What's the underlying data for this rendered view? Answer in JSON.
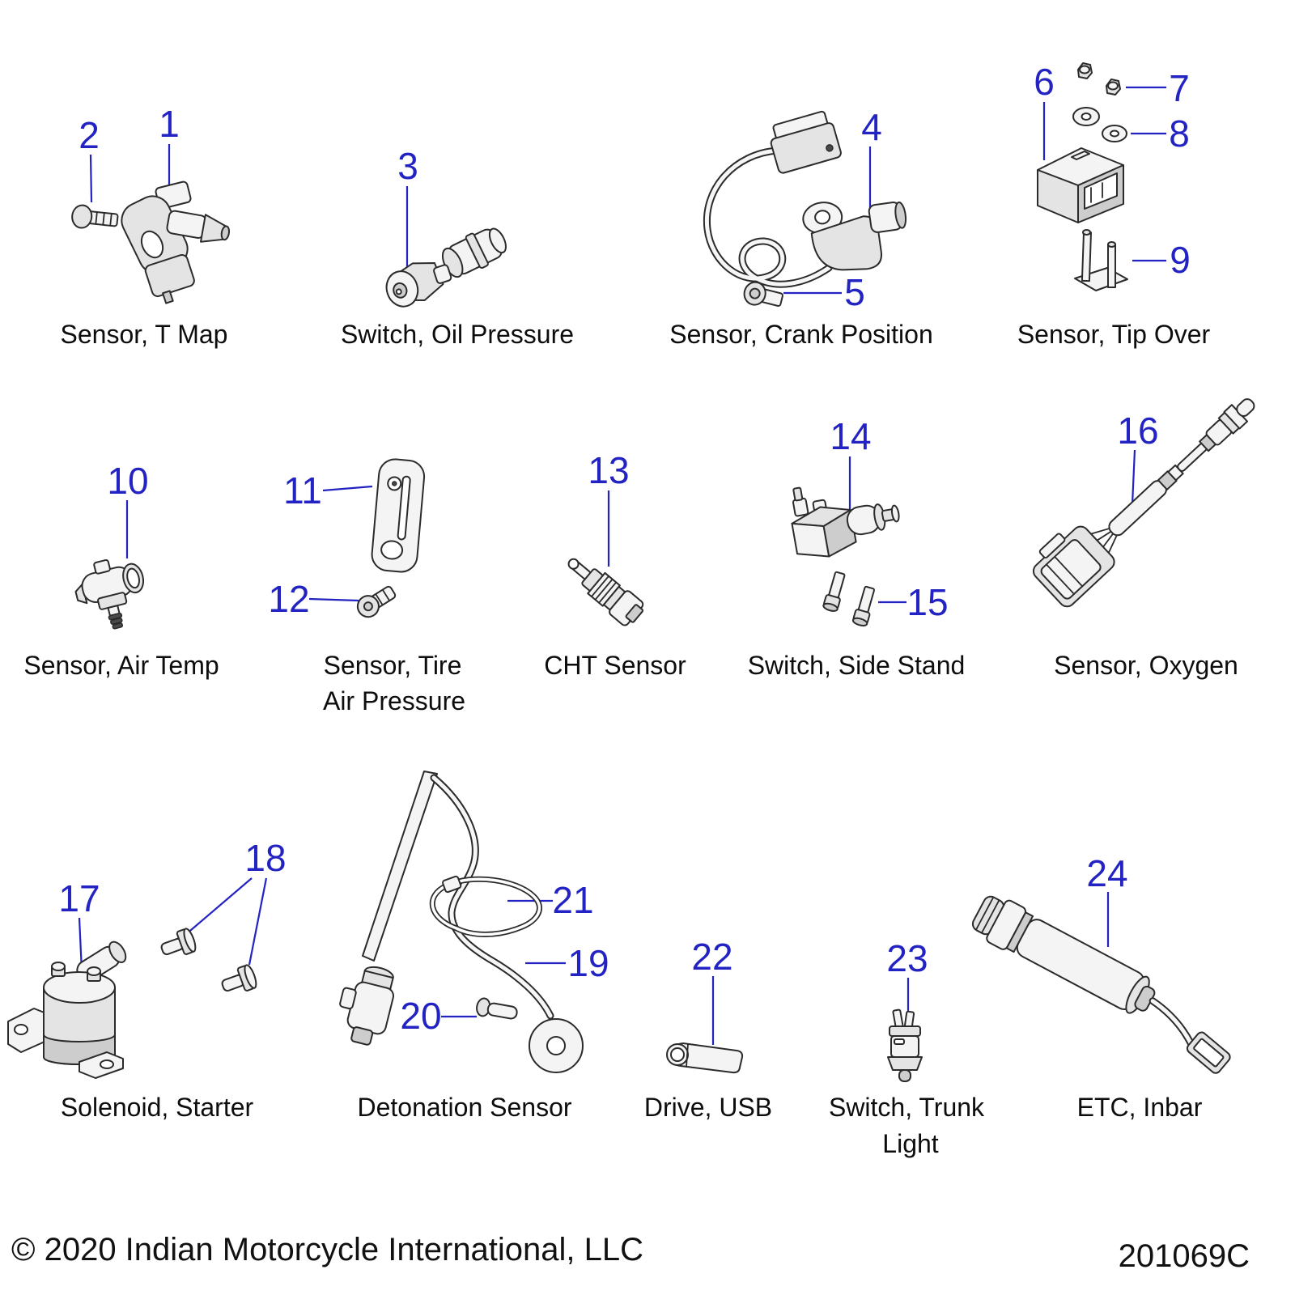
{
  "page": {
    "copyright": "© 2020 Indian Motorcycle International, LLC",
    "diagram_code": "201069C",
    "colors": {
      "callout": "#2323c3",
      "label": "#0d0d0d",
      "line_art": "#2b2b2b",
      "background": "#ffffff"
    }
  },
  "groups": [
    {
      "name": "Sensor, T Map",
      "lines": [
        "Sensor, T Map"
      ],
      "callouts": [
        "1",
        "2"
      ]
    },
    {
      "name": "Switch, Oil Pressure",
      "lines": [
        "Switch, Oil Pressure"
      ],
      "callouts": [
        "3"
      ]
    },
    {
      "name": "Sensor, Crank Position",
      "lines": [
        "Sensor, Crank Position"
      ],
      "callouts": [
        "4",
        "5"
      ]
    },
    {
      "name": "Sensor, Tip Over",
      "lines": [
        "Sensor, Tip Over"
      ],
      "callouts": [
        "6",
        "7",
        "8",
        "9"
      ]
    },
    {
      "name": "Sensor, Air Temp",
      "lines": [
        "Sensor, Air Temp"
      ],
      "callouts": [
        "10"
      ]
    },
    {
      "name": "Sensor, Tire Air Pressure",
      "lines": [
        "Sensor, Tire",
        "Air Pressure"
      ],
      "callouts": [
        "11",
        "12"
      ]
    },
    {
      "name": "CHT Sensor",
      "lines": [
        "CHT Sensor"
      ],
      "callouts": [
        "13"
      ]
    },
    {
      "name": "Switch, Side Stand",
      "lines": [
        "Switch, Side Stand"
      ],
      "callouts": [
        "14",
        "15"
      ]
    },
    {
      "name": "Sensor, Oxygen",
      "lines": [
        "Sensor, Oxygen"
      ],
      "callouts": [
        "16"
      ]
    },
    {
      "name": "Solenoid, Starter",
      "lines": [
        "Solenoid, Starter"
      ],
      "callouts": [
        "17",
        "18"
      ]
    },
    {
      "name": "Detonation Sensor",
      "lines": [
        "Detonation Sensor"
      ],
      "callouts": [
        "19",
        "20",
        "21"
      ]
    },
    {
      "name": "Drive, USB",
      "lines": [
        "Drive, USB"
      ],
      "callouts": [
        "22"
      ]
    },
    {
      "name": "Switch, Trunk Light",
      "lines": [
        "Switch, Trunk",
        "Light"
      ],
      "callouts": [
        "23"
      ]
    },
    {
      "name": "ETC, Inbar",
      "lines": [
        "ETC, Inbar"
      ],
      "callouts": [
        "24"
      ]
    }
  ]
}
